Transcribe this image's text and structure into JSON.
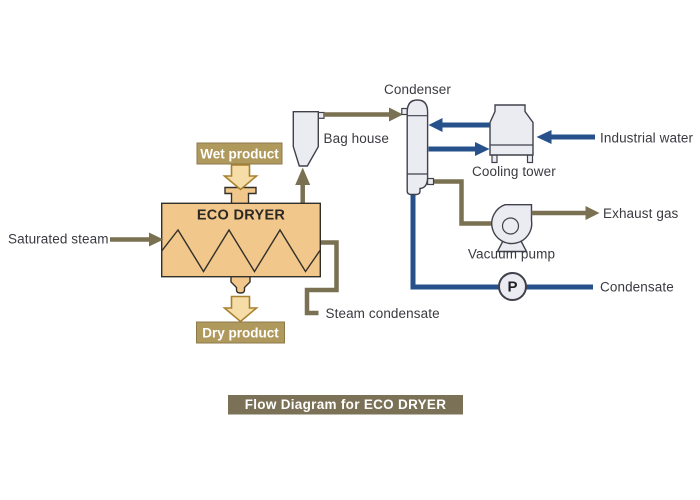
{
  "diagram_title": "Flow Diagram for ECO DRYER",
  "labels": {
    "saturated_steam": "Saturated steam",
    "wet_product": "Wet product",
    "dry_product": "Dry product",
    "eco_dryer": "ECO DRYER",
    "steam_condensate": "Steam condensate",
    "bag_house": "Bag house",
    "condenser": "Condenser",
    "cooling_tower": "Cooling tower",
    "industrial_water": "Industrial water",
    "exhaust_gas": "Exhaust gas",
    "vacuum_pump": "Vacuum pump",
    "condensate": "Condensate",
    "pump_symbol": "P"
  },
  "colors": {
    "dryer_fill": "#f1c78c",
    "product_arrow_fill": "#f6dca6",
    "product_arrow_stroke": "#a8812f",
    "badge_fill": "#b0995c",
    "equipment_fill": "#ebebf2",
    "equipment_stroke": "#41414c",
    "pipe_olive": "#7a7052",
    "pipe_blue": "#27518b",
    "label_text": "#3a3a41",
    "title_bar_fill": "#7b7156",
    "title_text": "#ffffff",
    "background": "#ffffff"
  }
}
